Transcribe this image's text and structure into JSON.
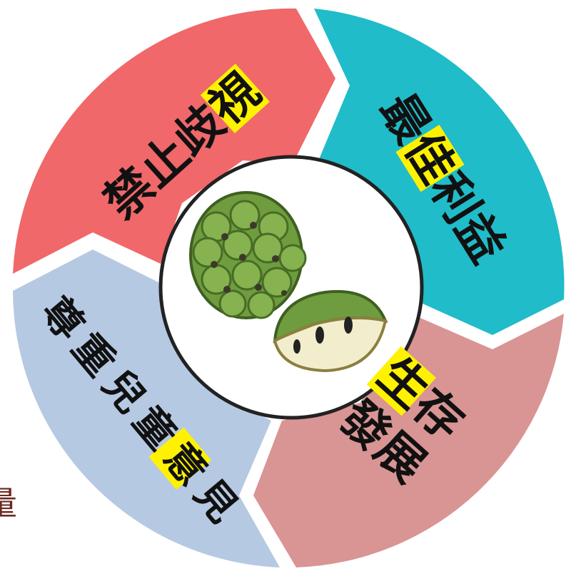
{
  "segments": [
    {
      "id": "red",
      "text": "禁止歧視",
      "highlight_index": 3,
      "color": "#f0686a"
    },
    {
      "id": "teal",
      "text": "最佳利益",
      "highlight_index": 1,
      "color": "#20bcc9"
    },
    {
      "id": "pink",
      "text_lines": [
        "生存",
        "發展"
      ],
      "highlight": "生",
      "color": "#d99494"
    },
    {
      "id": "blue",
      "text": "尊重兒童意見",
      "highlight_index": 4,
      "color": "#b6c9e3"
    }
  ],
  "highlight_color": "#fff200",
  "center_image": "custard-apple",
  "edge_char": "量"
}
